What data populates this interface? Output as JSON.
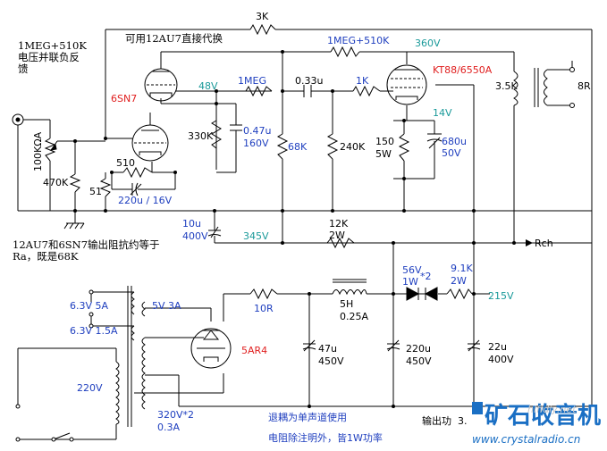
{
  "notes": {
    "top_left": [
      "1MEG+510K",
      "电压并联负反",
      "馈"
    ],
    "substitute": "可用12AU7直接代换",
    "bottom_left": [
      "12AU7和6SN7输出阻抗约等于",
      "Ra，既是68K"
    ],
    "mono": "退耦为单声道使用",
    "resistor_note": "电阻除注明外，皆1W功率",
    "output_partial": "输出功",
    "output_partial2": "3."
  },
  "tubes": {
    "driver": "6SN7",
    "output": "KT88/6550A",
    "rectifier": "5AR4"
  },
  "components": {
    "r_3k": "3K",
    "r_1meg_510k": "1MEG+510K",
    "r_1meg": "1MEG",
    "c_033": "0.33u",
    "r_1k": "1K",
    "r_330k": "330K",
    "c_047": "0.47u",
    "c_047_v": "160V",
    "r_68k": "68K",
    "r_240k": "240K",
    "r_150": "150",
    "r_150_w": "5W",
    "c_680": "680u",
    "c_680_v": "50V",
    "r_510": "510",
    "c_220_16": "220u / 16V",
    "r_51": "51",
    "r_470k": "470K",
    "pot": "100KΩA",
    "c_10u": "10u",
    "c_10u_v": "400V",
    "r_12k": "12K",
    "r_12k_w": "2W",
    "ot_3k5": "3.5K",
    "ot_8r": "8R",
    "rch": "Rch",
    "z_56v": "56V",
    "z_56v_w": "1W",
    "z_x2": "*2",
    "r_9k1": "9.1K",
    "r_9k1_w": "2W",
    "l_5h": "5H",
    "l_5h_a": "0.25A",
    "r_10r": "10R",
    "c_47u": "47u",
    "c_47u_v": "450V",
    "c_220u": "220u",
    "c_220u_v": "450V",
    "c_22u": "22u",
    "c_22u_v": "400V",
    "pt_63v_5a": "6.3V  5A",
    "pt_63v_15a": "6.3V  1.5A",
    "pt_5v_3a": "5V  3A",
    "pt_220v": "220V",
    "pt_320v": "320V*2",
    "pt_03a": "0.3A"
  },
  "voltages": {
    "v_360": "360V",
    "v_48": "48V",
    "v_14": "14V",
    "v_345": "345V",
    "v_215": "215V"
  },
  "logo": {
    "main": "矿石收音机",
    "url": "www.crystalradio.cn",
    "watermark": "hifidiy.net"
  },
  "colors": {
    "wire": "#000000",
    "value_blue": "#1f3fbf",
    "voltage_cyan": "#1a9a9a",
    "tube_red": "#e02020",
    "logo_blue": "#1a6fc4"
  }
}
